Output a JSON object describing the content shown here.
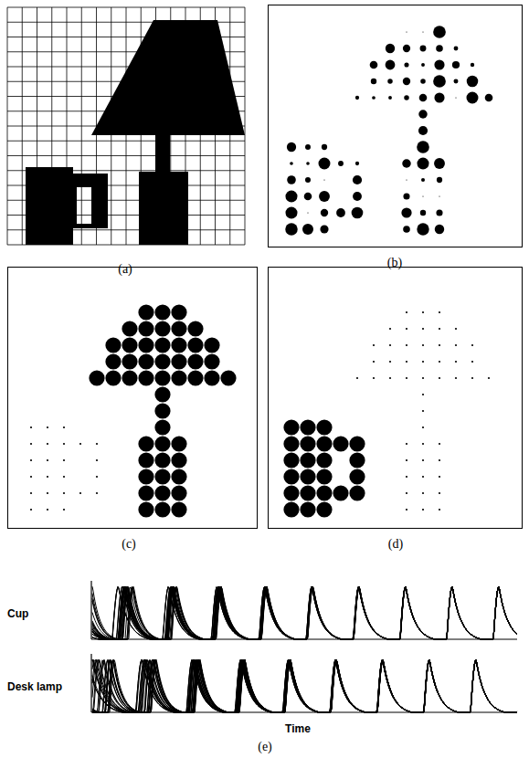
{
  "diagram": {
    "labels": [
      "(a)",
      "(b)",
      "(c)",
      "(d)",
      "Cup",
      "Desk lamp",
      "Time",
      "(e)"
    ]
  }
}
